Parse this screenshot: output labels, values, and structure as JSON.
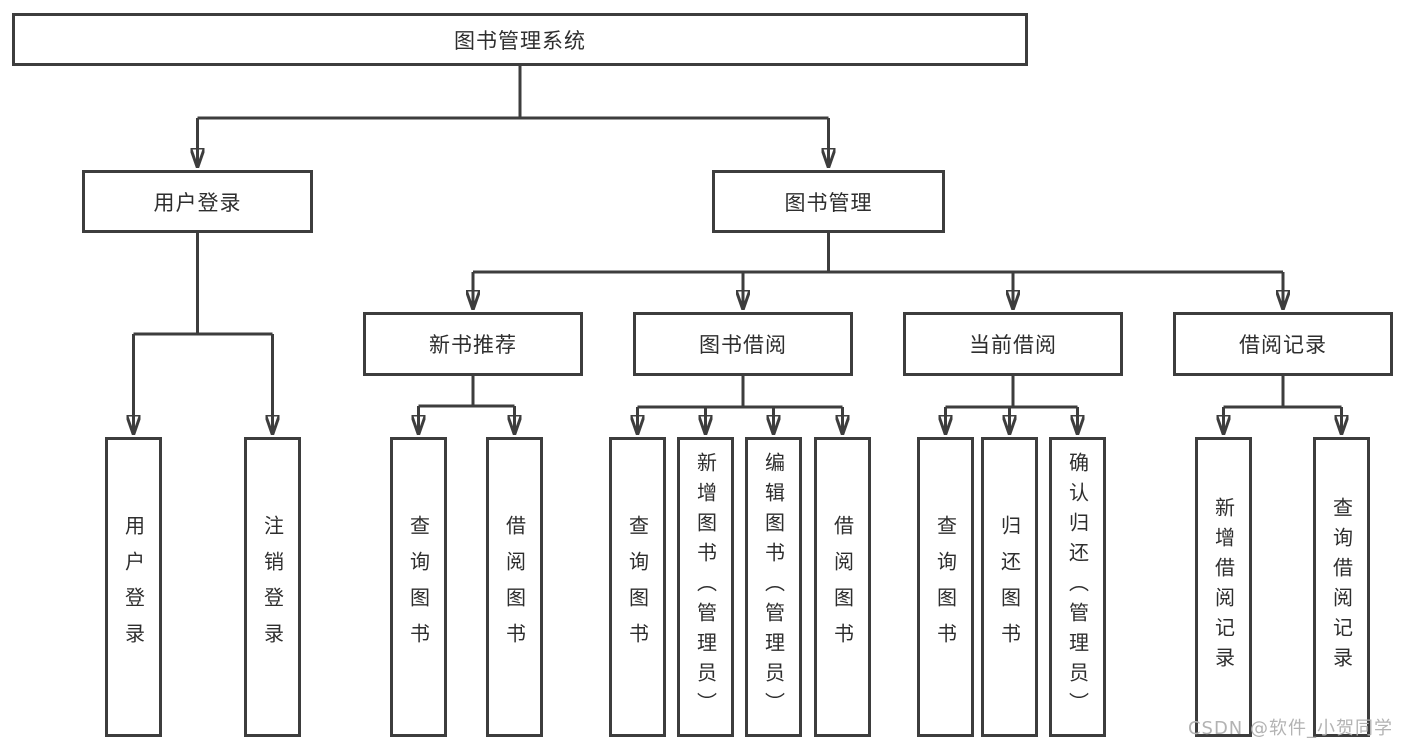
{
  "diagram": {
    "watermark": "CSDN @软件_小贺同学",
    "colors": {
      "line": "#3d3d3d",
      "box_border": "#3d3d3d",
      "text": "#2e2e2e",
      "watermark_text": "#b3b3b3",
      "background": "#ffffff"
    }
  },
  "tree": {
    "root": {
      "label": "图书管理系统",
      "children": [
        {
          "label": "用户登录",
          "children": [
            {
              "label": "用户登录"
            },
            {
              "label": "注销登录"
            }
          ]
        },
        {
          "label": "图书管理",
          "children": [
            {
              "label": "新书推荐",
              "children": [
                {
                  "label": "查询图书"
                },
                {
                  "label": "借阅图书"
                }
              ]
            },
            {
              "label": "图书借阅",
              "children": [
                {
                  "label": "查询图书"
                },
                {
                  "label": "新增图书（管理员）"
                },
                {
                  "label": "编辑图书（管理员）"
                },
                {
                  "label": "借阅图书"
                }
              ]
            },
            {
              "label": "当前借阅",
              "children": [
                {
                  "label": "查询图书"
                },
                {
                  "label": "归还图书"
                },
                {
                  "label": "确认归还（管理员）"
                }
              ]
            },
            {
              "label": "借阅记录",
              "children": [
                {
                  "label": "新增借阅记录"
                },
                {
                  "label": "查询借阅记录"
                }
              ]
            }
          ]
        }
      ]
    }
  }
}
